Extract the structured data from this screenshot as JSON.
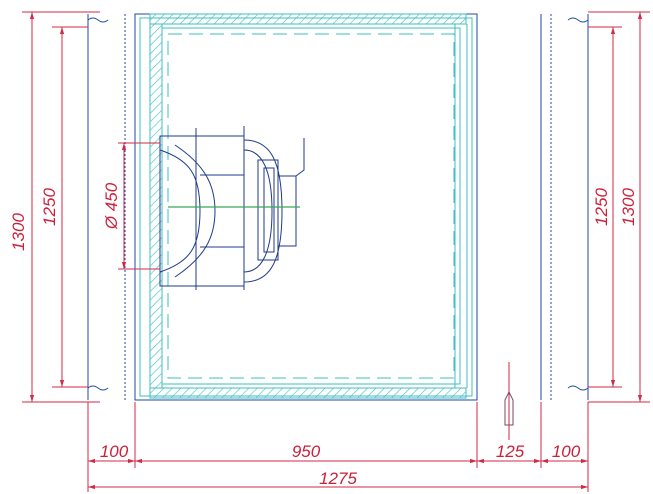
{
  "drawing": {
    "dimensions": {
      "height_outer_left": "1300",
      "height_inner_left": "1250",
      "diameter": "Ø 450",
      "height_inner_right": "1250",
      "height_outer_right": "1300",
      "width_left_flange": "100",
      "width_body": "950",
      "width_side": "125",
      "width_right_flange": "100",
      "width_total": "1275"
    },
    "colors": {
      "dimension": "#d42a46",
      "housing": "#1f4aa8",
      "panel": "#3fbfbf",
      "fan": "#1f3a8a",
      "axis": "#3aa655"
    }
  }
}
